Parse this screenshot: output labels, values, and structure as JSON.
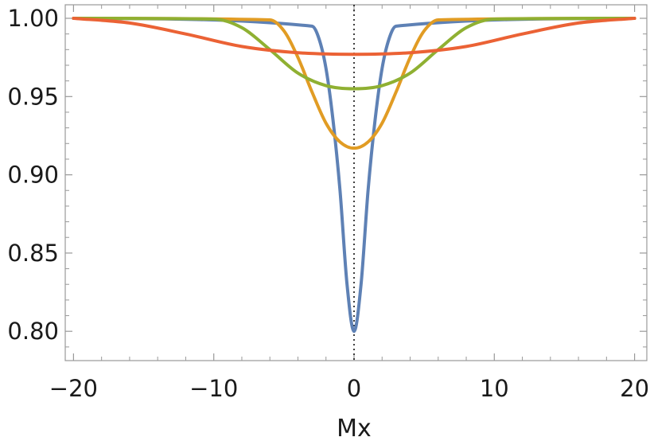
{
  "chart_data": {
    "type": "line",
    "xlabel": "Mx",
    "ylabel": "",
    "xlim": [
      -20,
      20
    ],
    "ylim": [
      0.78,
      1.01
    ],
    "xticks": [
      "−20",
      "−10",
      "0",
      "10",
      "20"
    ],
    "yticks": [
      "0.80",
      "0.85",
      "0.90",
      "0.95",
      "1.00"
    ],
    "xtick_values": [
      -20,
      -10,
      0,
      10,
      20
    ],
    "ytick_values": [
      0.8,
      0.85,
      0.9,
      0.95,
      1.0
    ],
    "reference_line": {
      "x": 0,
      "style": "dotted"
    },
    "grid": false,
    "series": [
      {
        "color": "#5E81B5",
        "x": [
          -20,
          -3,
          -2.5,
          -2,
          -1.5,
          -1,
          -0.5,
          0,
          0.5,
          1,
          1.5,
          2,
          2.5,
          3,
          20
        ],
        "y": [
          1.0,
          0.995,
          0.987,
          0.968,
          0.935,
          0.89,
          0.83,
          0.8,
          0.83,
          0.89,
          0.935,
          0.968,
          0.987,
          0.995,
          1.0
        ]
      },
      {
        "color": "#E19C24",
        "x": [
          -20,
          -6,
          -5,
          -4,
          -3,
          -2,
          -1,
          0,
          1,
          2,
          3,
          4,
          5,
          6,
          20
        ],
        "y": [
          1.0,
          0.999,
          0.992,
          0.975,
          0.953,
          0.933,
          0.921,
          0.917,
          0.921,
          0.933,
          0.953,
          0.975,
          0.992,
          0.999,
          1.0
        ]
      },
      {
        "color": "#8FB032",
        "x": [
          -20,
          -10,
          -8,
          -6,
          -4,
          -2,
          0,
          2,
          4,
          6,
          8,
          10,
          20
        ],
        "y": [
          1.0,
          0.9995,
          0.994,
          0.98,
          0.965,
          0.957,
          0.955,
          0.957,
          0.965,
          0.98,
          0.994,
          0.9995,
          1.0
        ]
      },
      {
        "color": "#EB6235",
        "x": [
          -20,
          -16,
          -12,
          -8,
          -4,
          0,
          4,
          8,
          12,
          16,
          20
        ],
        "y": [
          1.0,
          0.997,
          0.99,
          0.982,
          0.978,
          0.977,
          0.978,
          0.982,
          0.99,
          0.997,
          1.0
        ]
      }
    ]
  }
}
